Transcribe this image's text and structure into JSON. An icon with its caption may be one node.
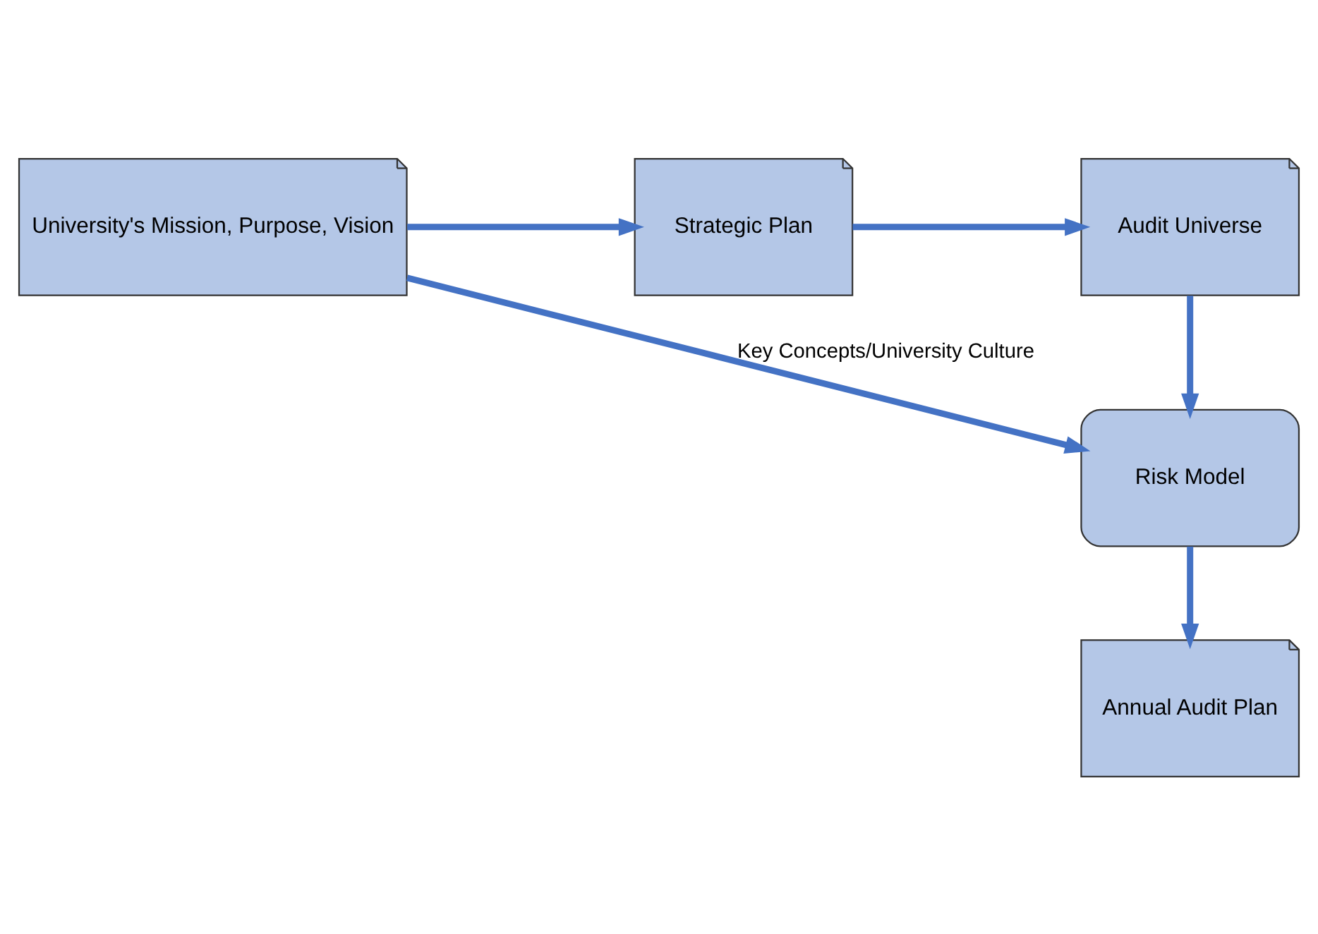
{
  "diagram": {
    "nodes": [
      {
        "text": [
          "University's Mission, Purpose, Vision"
        ]
      },
      {
        "text": [
          "Strategic Plan"
        ]
      },
      {
        "text": [
          "Audit Universe"
        ]
      },
      {
        "text": [
          "Risk Model"
        ]
      },
      {
        "text": [
          "Annual Audit Plan"
        ]
      }
    ],
    "edges": [
      {
        "from": 0,
        "to": 1,
        "arrow": "to"
      },
      {
        "from": 1,
        "to": 2,
        "arrow": "to"
      },
      {
        "from": 2,
        "to": 3,
        "arrow": "to"
      },
      {
        "from": 3,
        "to": 4,
        "arrow": "to"
      },
      {
        "from": 0,
        "to": 3,
        "label": "Key Concepts/University Culture",
        "arrow": "to"
      }
    ]
  }
}
